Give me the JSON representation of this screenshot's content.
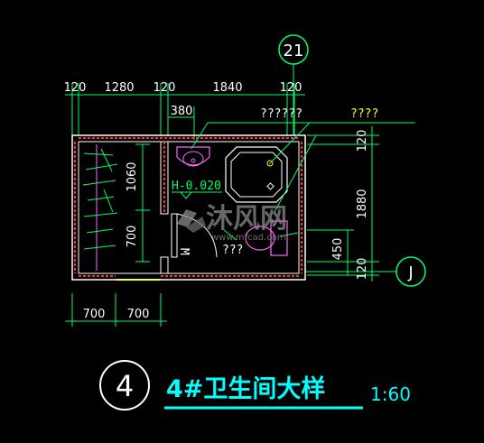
{
  "title": {
    "detail_number": "4",
    "text": "4#卫生间大样",
    "scale": "1:60"
  },
  "grid_axes": {
    "top": "21",
    "right": "J"
  },
  "dimensions": {
    "top_row": [
      "120",
      "1280",
      "120",
      "1840",
      "120"
    ],
    "top_sub": "380",
    "left_vertical": "1060",
    "left_vertical2": "700",
    "right_column": [
      "120",
      "1880",
      "450",
      "120"
    ],
    "bottom_row": [
      "700",
      "700"
    ]
  },
  "annotations": {
    "question_white": "??????",
    "question_yellow": "????",
    "elevation": "H-0.020",
    "question_bottom": "???",
    "door_mark": "M"
  },
  "watermark": {
    "brand": "沐风网",
    "url": "www.mfcad.com"
  },
  "colors": {
    "background": "#000000",
    "dimension_line": "#00ff66",
    "wall": "#ffffff",
    "wall_hatch": "#ff3030",
    "fixture": "#ff66ff",
    "title": "#00ffff",
    "leader": "#00ff66"
  }
}
